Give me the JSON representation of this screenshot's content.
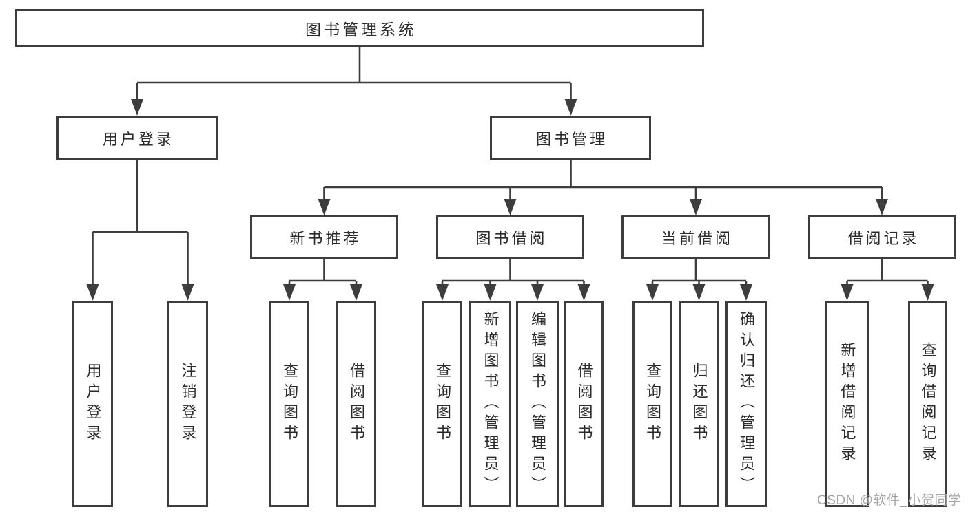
{
  "tree": {
    "root": {
      "label": "图书管理系统"
    },
    "branches": [
      {
        "label": "用户登录",
        "children": [
          {
            "label": "用户登录"
          },
          {
            "label": "注销登录"
          }
        ]
      },
      {
        "label": "图书管理",
        "children": [
          {
            "label": "新书推荐",
            "children": [
              {
                "label": "查询图书"
              },
              {
                "label": "借阅图书"
              }
            ]
          },
          {
            "label": "图书借阅",
            "children": [
              {
                "label": "查询图书"
              },
              {
                "label": "新增图书（管理员）"
              },
              {
                "label": "编辑图书（管理员）"
              },
              {
                "label": "借阅图书"
              }
            ]
          },
          {
            "label": "当前借阅",
            "children": [
              {
                "label": "查询图书"
              },
              {
                "label": "归还图书"
              },
              {
                "label": "确认归还（管理员）"
              }
            ]
          },
          {
            "label": "借阅记录",
            "children": [
              {
                "label": "新增借阅记录"
              },
              {
                "label": "查询借阅记录"
              }
            ]
          }
        ]
      }
    ]
  },
  "watermark": {
    "text": "CSDN @软件_小贺同学"
  },
  "colors": {
    "line": "#3d3d3d",
    "box_border": "#3d3d3d",
    "text": "#2b2b2b",
    "watermark": "#a6a6a6",
    "background": "#ffffff"
  }
}
